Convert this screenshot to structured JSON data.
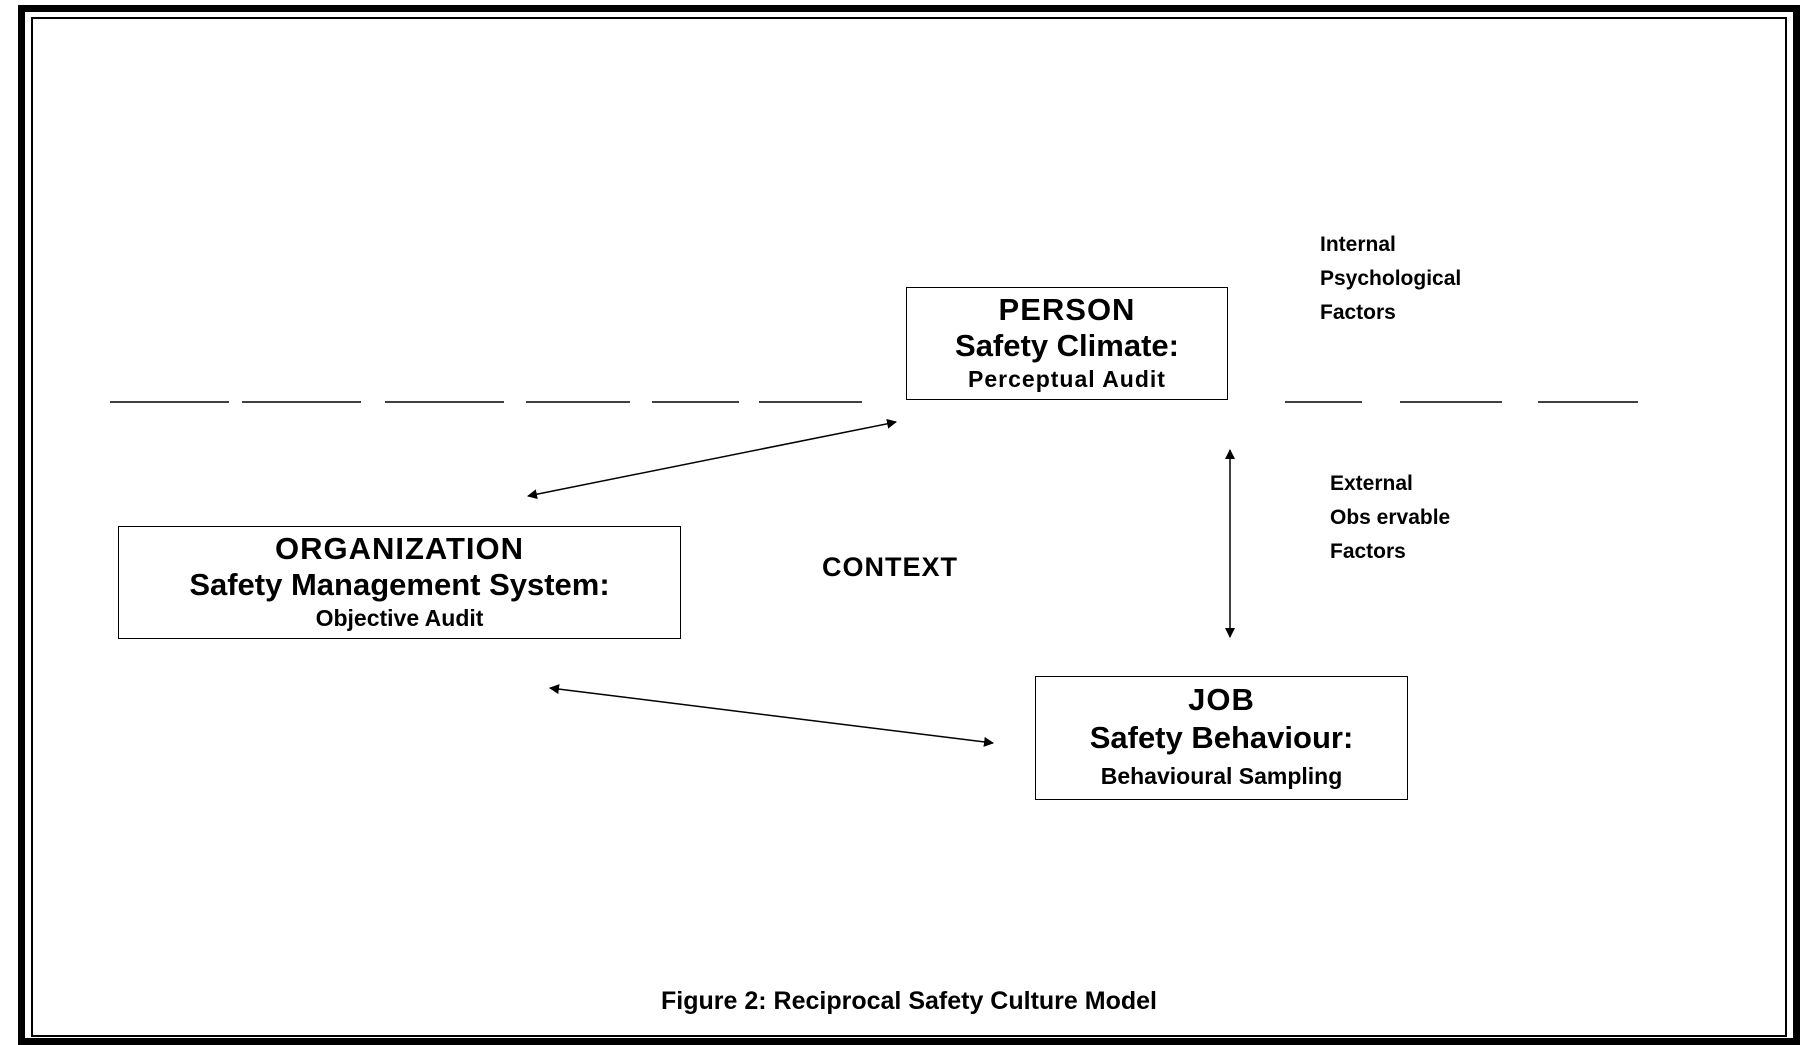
{
  "person": {
    "title": "PERSON",
    "subtitle": "Safety Climate:",
    "detail": "Perceptual  Audit"
  },
  "organization": {
    "title": "ORGANIZATION",
    "subtitle": "Safety Management System:",
    "detail": "Objective Audit"
  },
  "job": {
    "title": "JOB",
    "subtitle": "Safety Behaviour:",
    "detail": "Behavioural Sampling"
  },
  "internal_factors": [
    "Internal",
    "Psychological",
    "Factors"
  ],
  "external_factors": [
    "External",
    "Obs ervable",
    "Factors"
  ],
  "context": "CONTEXT",
  "caption": "Figure 2: Reciprocal Safety Culture Model",
  "colors": {
    "ink": "#000000",
    "background": "#ffffff"
  }
}
